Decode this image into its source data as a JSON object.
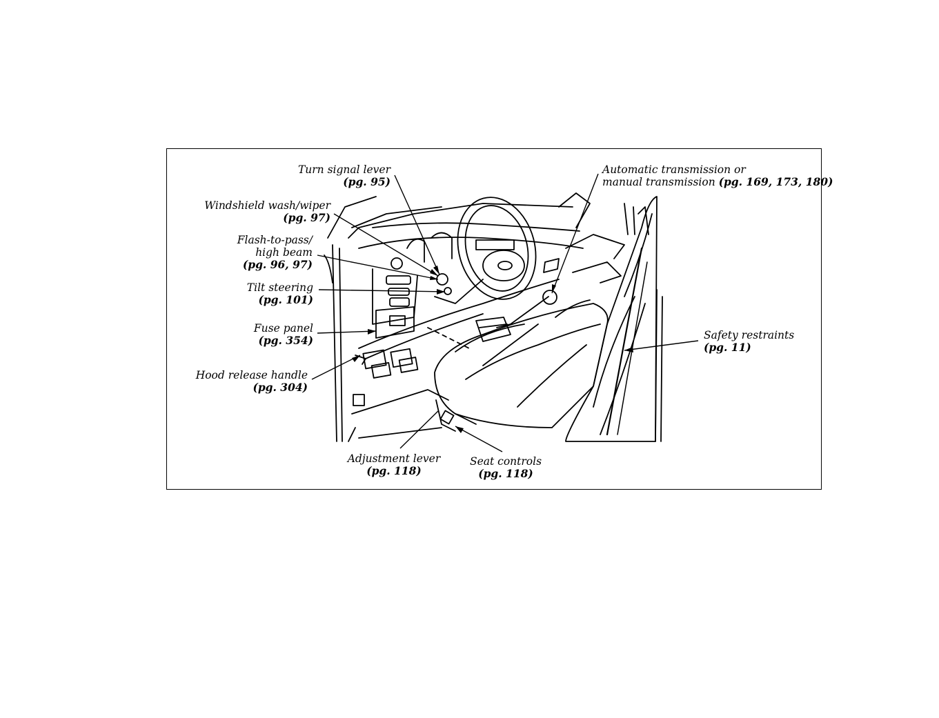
{
  "callouts": {
    "turn_signal": {
      "name": "Turn signal lever",
      "page": "(pg. 95)"
    },
    "wiper": {
      "name": "Windshield wash/wiper",
      "page": "(pg. 97)"
    },
    "flash": {
      "name_line1": "Flash-to-pass/",
      "name_line2": "high beam",
      "page": "(pg. 96, 97)"
    },
    "tilt": {
      "name": "Tilt steering",
      "page": "(pg. 101)"
    },
    "fuse": {
      "name": "Fuse panel",
      "page": "(pg. 354)"
    },
    "hood": {
      "name": "Hood release handle",
      "page": "(pg. 304)"
    },
    "adjust": {
      "name": "Adjustment lever",
      "page": "(pg. 118)"
    },
    "seat": {
      "name": "Seat controls",
      "page": "(pg. 118)"
    },
    "safety": {
      "name": "Safety restraints",
      "page": "(pg. 11)"
    },
    "trans": {
      "name_line1": "Automatic transmission or",
      "name_line2": "manual transmission",
      "page": "(pg. 169, 173, 180)"
    }
  }
}
